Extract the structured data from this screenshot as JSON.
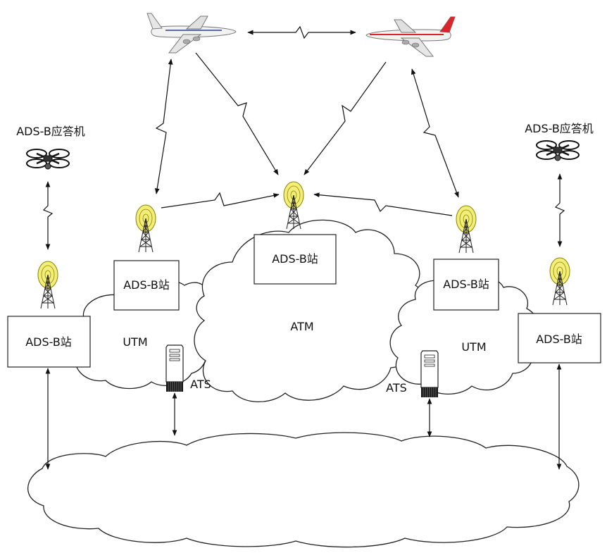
{
  "stations": {
    "left": "ADS-B站",
    "mid_left": "ADS-B站",
    "center": "ADS-B站",
    "mid_right": "ADS-B站",
    "right": "ADS-B站"
  },
  "transponders": {
    "left": "ADS-B应答机",
    "right": "ADS-B应答机"
  },
  "clouds": {
    "utm_left": "UTM",
    "atm": "ATM",
    "utm_right": "UTM"
  },
  "ats": {
    "left": "ATS",
    "right": "ATS"
  },
  "colors": {
    "antenna_fill": "#f3ee79",
    "antenna_stroke": "#8a8400",
    "aircraft_right_accent": "#d9262b",
    "aircraft_left_accent": "#2b3f8a"
  }
}
